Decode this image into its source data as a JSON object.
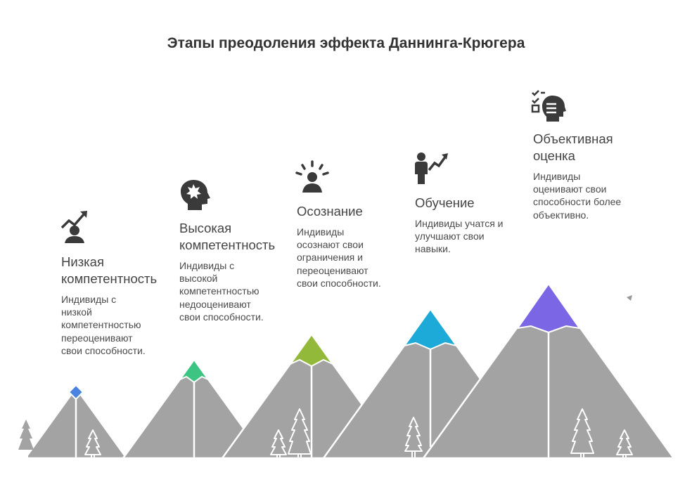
{
  "title": "Этапы преодоления эффекта Даннинга-Крюгера",
  "stages": [
    {
      "title": [
        "Низкая",
        "компетентность"
      ],
      "desc": [
        "Индивиды с",
        "низкой",
        "компетентностью",
        "переоценивают",
        "свои способности."
      ],
      "icon": "person-rising-chart-icon",
      "color": "#4a84e0"
    },
    {
      "title": [
        "Высокая",
        "компетентность"
      ],
      "desc": [
        "Индивиды с",
        "высокой",
        "компетентностью",
        "недооценивают",
        "свои способности."
      ],
      "icon": "head-burst-icon",
      "color": "#3cc482"
    },
    {
      "title": [
        "Осознание"
      ],
      "desc": [
        "Индивиды",
        "осознают свои",
        "ограничения и",
        "переоценивают",
        "свои способности."
      ],
      "icon": "person-radiating-icon",
      "color": "#93b93a"
    },
    {
      "title": [
        "Обучение"
      ],
      "desc": [
        "Индивиды учатся и",
        "улучшают свои",
        "навыки."
      ],
      "icon": "person-growth-arrow-icon",
      "color": "#1eaad9"
    },
    {
      "title": [
        "Объективная",
        "оценка"
      ],
      "desc": [
        "Индивиды",
        "оценивают свои",
        "способности более",
        "объективно."
      ],
      "icon": "head-checklist-icon",
      "color": "#7b66e6"
    }
  ]
}
